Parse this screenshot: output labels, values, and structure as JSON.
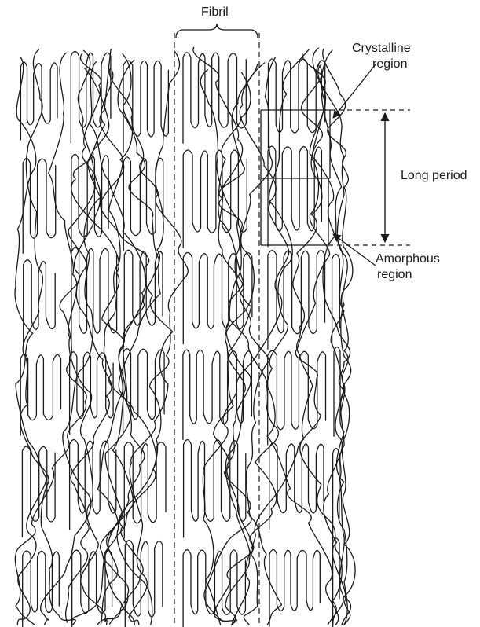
{
  "labels": {
    "fibril": "Fibril",
    "crystalline_1": "Crystalline",
    "crystalline_2": "region",
    "long_period": "Long period",
    "amorphous_1": "Amorphous",
    "amorphous_2": "region"
  },
  "colors": {
    "stroke": "#1a1a1a",
    "background": "#ffffff"
  }
}
